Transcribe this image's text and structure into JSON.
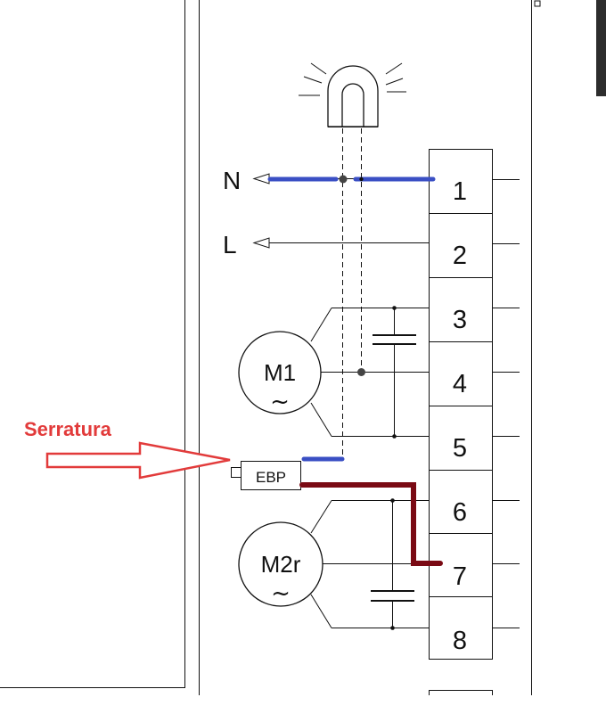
{
  "wires": {
    "n_label": "N",
    "l_label": "L"
  },
  "terminals": [
    "1",
    "2",
    "3",
    "4",
    "5",
    "6",
    "7",
    "8"
  ],
  "motors": {
    "m1_label": "M1",
    "m2_label": "M2r",
    "symbol": "~"
  },
  "ebp_label": "EBP",
  "annotation": {
    "text": "Serratura",
    "color": "#e23b3b"
  },
  "colors": {
    "neutral_wire": "#3a4fc4",
    "lock_wire": "#7a0a14",
    "arrow": "#e23b3b"
  }
}
